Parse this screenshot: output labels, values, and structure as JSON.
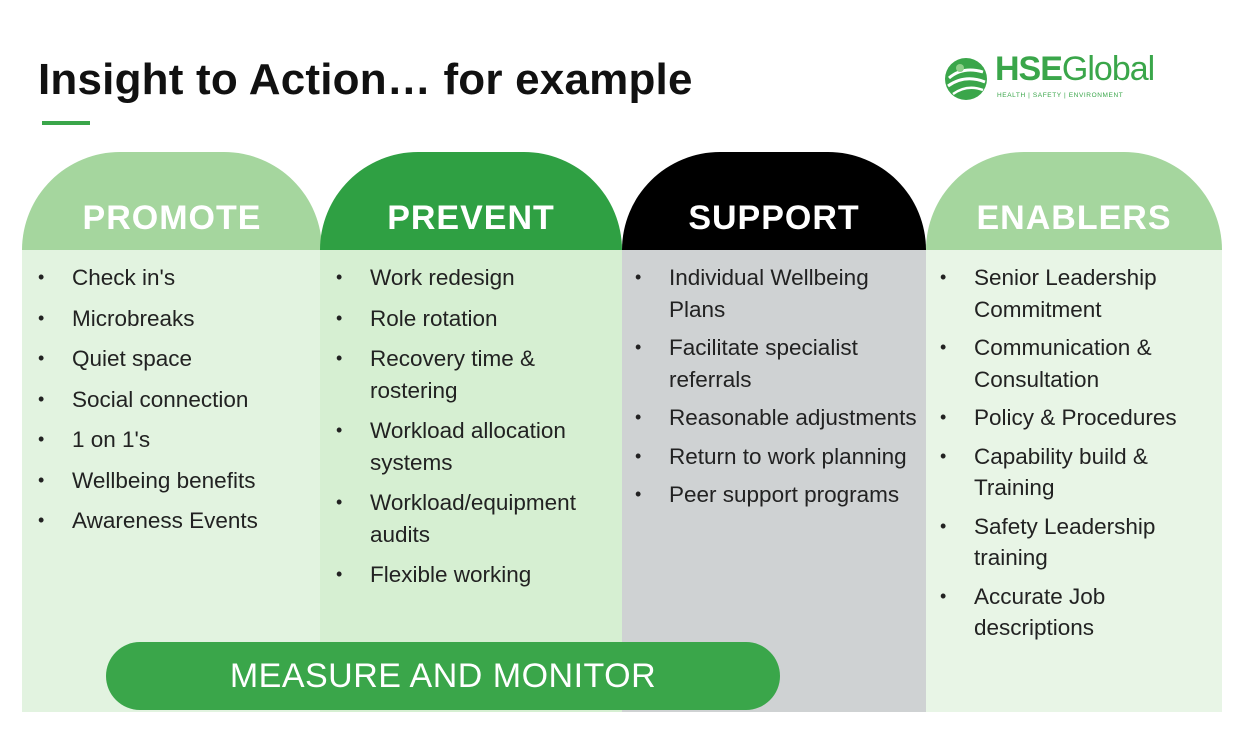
{
  "title": "Insight to Action… for example",
  "logo": {
    "brand_bold": "HSE",
    "brand_rest": "Global",
    "tagline": "HEALTH | SAFETY | ENVIRONMENT"
  },
  "colors": {
    "promote_head": "#a5d69e",
    "promote_body": "#e2f3e0",
    "prevent_head": "#2fa043",
    "prevent_body": "#d6efd2",
    "support_head": "#000000",
    "support_body": "#cfd2d3",
    "enablers_head": "#a5d69e",
    "enablers_body": "#e8f5e6",
    "measure_bg": "#3aa64a"
  },
  "columns": [
    {
      "heading": "PROMOTE",
      "items": [
        "Check in's",
        "Microbreaks",
        "Quiet space",
        "Social connection",
        "1 on 1's",
        "Wellbeing benefits",
        "Awareness Events"
      ]
    },
    {
      "heading": "PREVENT",
      "items": [
        "Work redesign",
        "Role rotation",
        "Recovery time & rostering",
        "Workload allocation systems",
        "Workload/equipment audits",
        "Flexible working"
      ]
    },
    {
      "heading": "SUPPORT",
      "items": [
        "Individual Wellbeing Plans",
        "Facilitate specialist referrals",
        "Reasonable adjustments",
        "Return to work planning",
        "Peer support programs"
      ]
    },
    {
      "heading": "ENABLERS",
      "items": [
        "Senior Leadership Commitment",
        "Communication & Consultation",
        "Policy & Procedures",
        "Capability build & Training",
        "Safety Leadership training",
        "Accurate Job descriptions"
      ]
    }
  ],
  "measure_label": "MEASURE AND MONITOR"
}
